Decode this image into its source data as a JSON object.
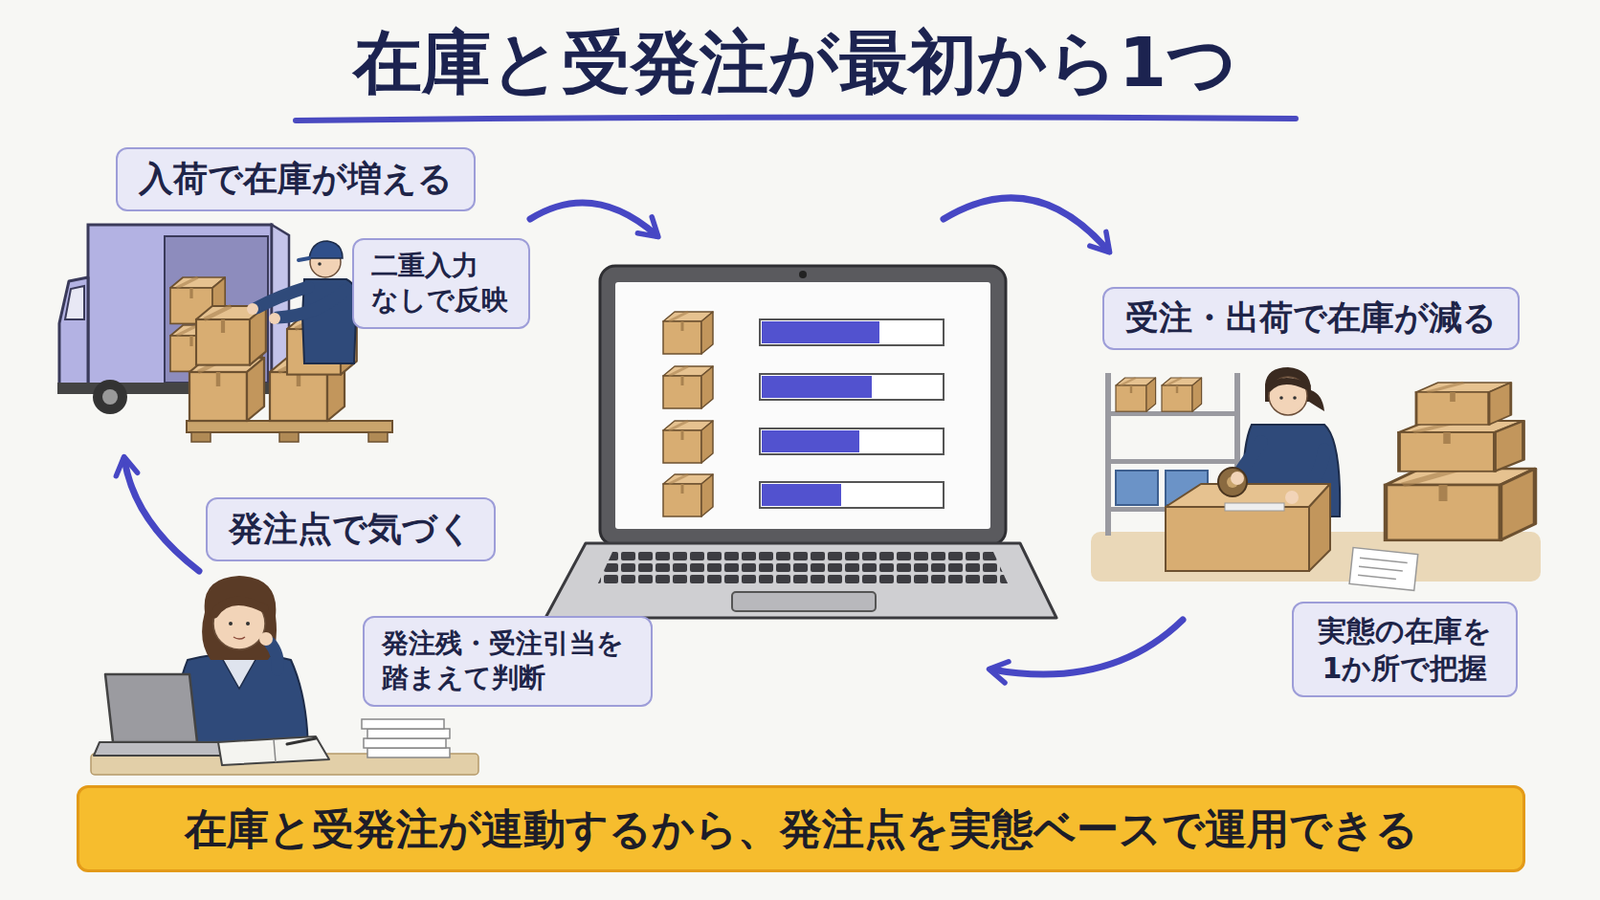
{
  "diagram": {
    "title": "在庫と受発注が最初から1つ",
    "nodes": [
      {
        "text": [
          "入荷で在庫が増える"
        ]
      },
      {
        "text": [
          "二重入力 なしで反映"
        ]
      },
      {
        "text": [
          "受注・出荷で在庫が減る"
        ]
      },
      {
        "text": [
          "発注点で気づく"
        ]
      },
      {
        "text": [
          "実態の在庫を 1か所で把握"
        ]
      },
      {
        "text": [
          "発注残・受注引当を 踏まえて判断"
        ]
      },
      {
        "text": [
          "在庫と受発注が連動するから、発注点を実態ベースで運用できる"
        ]
      }
    ]
  }
}
